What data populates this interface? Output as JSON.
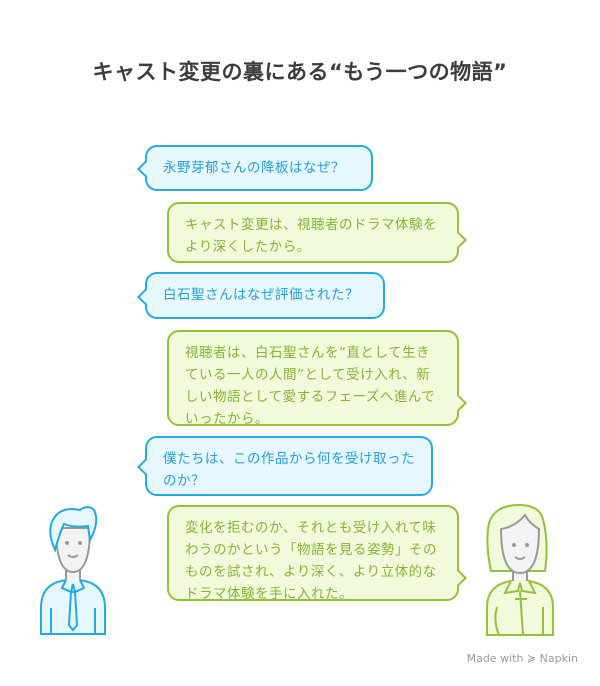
{
  "title": "キャスト変更の裏にある“もう一つの物語”",
  "messages": [
    {
      "speaker": "questioner",
      "text": "永野芽郁さんの降板はなぜ？"
    },
    {
      "speaker": "answerer",
      "text": "キャスト変更は、視聴者のドラマ体験をより深くしたから。"
    },
    {
      "speaker": "questioner",
      "text": "白石聖さんはなぜ評価された？"
    },
    {
      "speaker": "answerer",
      "text": "視聴者は、白石聖さんを“直として生きている一人の人間”として受け入れ、新しい物語として愛するフェーズへ進んでいったから。"
    },
    {
      "speaker": "questioner",
      "text": "僕たちは、この作品から何を受け取ったのか？"
    },
    {
      "speaker": "answerer",
      "text": "変化を拒むのか、それとも受け入れて味わうのかという「物語を見る姿勢」そのものを試され、より深く、より立体的なドラマ体験を手に入れた。"
    }
  ],
  "footer": {
    "made_with": "Made with",
    "brand": "Napkin"
  },
  "colors": {
    "blue": "#26a9dc",
    "green": "#93c13c",
    "title": "#3d3d3d"
  }
}
